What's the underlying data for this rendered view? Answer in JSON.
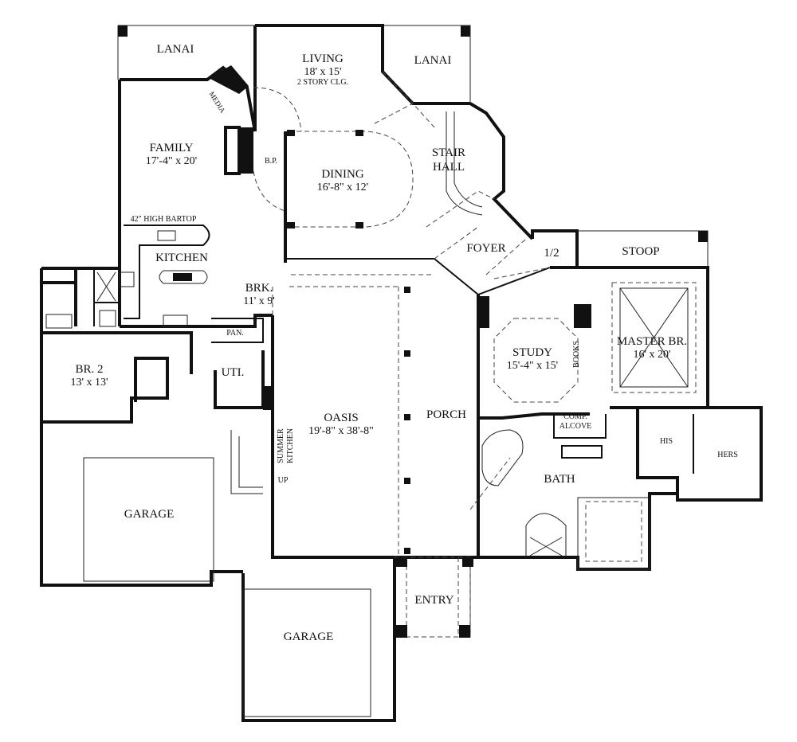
{
  "rooms": {
    "lanai_left": "LANAI",
    "lanai_right": "LANAI",
    "living": {
      "name": "LIVING",
      "dim": "18' x 15'",
      "note": "2 STORY CLG."
    },
    "media": "MEDIA",
    "family": {
      "name": "FAMILY",
      "dim": "17'-4\" x 20'"
    },
    "bp": "B.P.",
    "dining": {
      "name": "DINING",
      "dim": "16'-8\" x 12'"
    },
    "stair_hall": {
      "line1": "STAIR",
      "line2": "HALL"
    },
    "bartop": "42\" HIGH BARTOP",
    "kitchen": "KITCHEN",
    "brk": {
      "name": "BRK.",
      "dim": "11' x 9'"
    },
    "foyer": "FOYER",
    "half_bath": "1/2",
    "stoop": "STOOP",
    "pan": "PAN.",
    "uti": "UTI.",
    "br2": {
      "name": "BR. 2",
      "dim": "13' x 13'"
    },
    "oasis": {
      "name": "OASIS",
      "dim": "19'-8\" x 38'-8\""
    },
    "summer_kitchen": {
      "line1": "SUMMER",
      "line2": "KITCHEN"
    },
    "up": "UP",
    "porch": "PORCH",
    "study": {
      "name": "STUDY",
      "dim": "15'-4\" x 15'"
    },
    "books": "BOOKS",
    "master": {
      "name": "MASTER BR.",
      "dim": "16' x 20'"
    },
    "comp_alcove": {
      "line1": "COMP.",
      "line2": "ALCOVE"
    },
    "his": "HIS",
    "hers": "HERS",
    "bath": "BATH",
    "garage_left": "GARAGE",
    "garage_bottom": "GARAGE",
    "entry": "ENTRY"
  }
}
